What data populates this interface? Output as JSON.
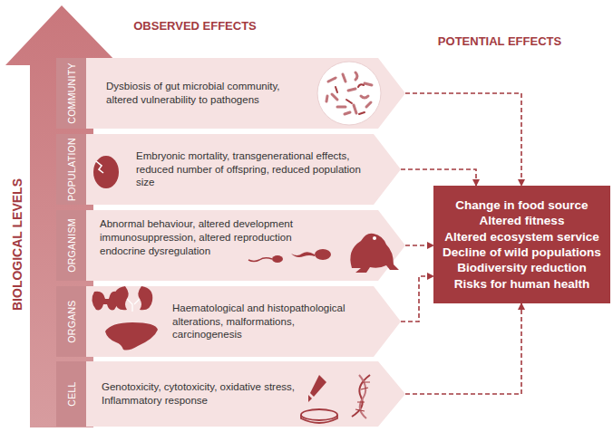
{
  "diagram": {
    "nodes": [
      {
        "text": [
          "COMMUNITY",
          "Dysbiosis of gut microbial community, altered vulnerability to pathogens"
        ]
      },
      {
        "text": [
          "POPULATION",
          "Embryonic mortality, transgenerational effects, reduced number of offspring, reduced population size"
        ]
      },
      {
        "text": [
          "ORGANISM",
          "Abnormal behaviour, altered development immunosuppression, altered reproduction endocrine dysregulation"
        ]
      },
      {
        "text": [
          "ORGANS",
          "Haematological and histopathological alterations, malformations, carcinogenesis"
        ]
      },
      {
        "text": [
          "CELL",
          "Genotoxicity, cytotoxicity, oxidative stress, Inflammatory response"
        ]
      },
      {
        "text": [
          "Change in food source",
          "Altered fitness",
          "Altered ecosystem service",
          "Decline of wild populations",
          "Biodiversity reduction",
          "Risks for human health"
        ]
      }
    ],
    "edges": [
      {
        "from": 0,
        "to": 5,
        "arrow": "to"
      },
      {
        "from": 1,
        "to": 5,
        "arrow": "to"
      },
      {
        "from": 2,
        "to": 5,
        "arrow": "to"
      },
      {
        "from": 3,
        "to": 5,
        "arrow": "to"
      },
      {
        "from": 4,
        "to": 5,
        "arrow": "to"
      }
    ],
    "labels": [
      "BIOLOGICAL LEVELS",
      "OBSERVED EFFECTS",
      "POTENTIAL EFFECTS"
    ]
  }
}
